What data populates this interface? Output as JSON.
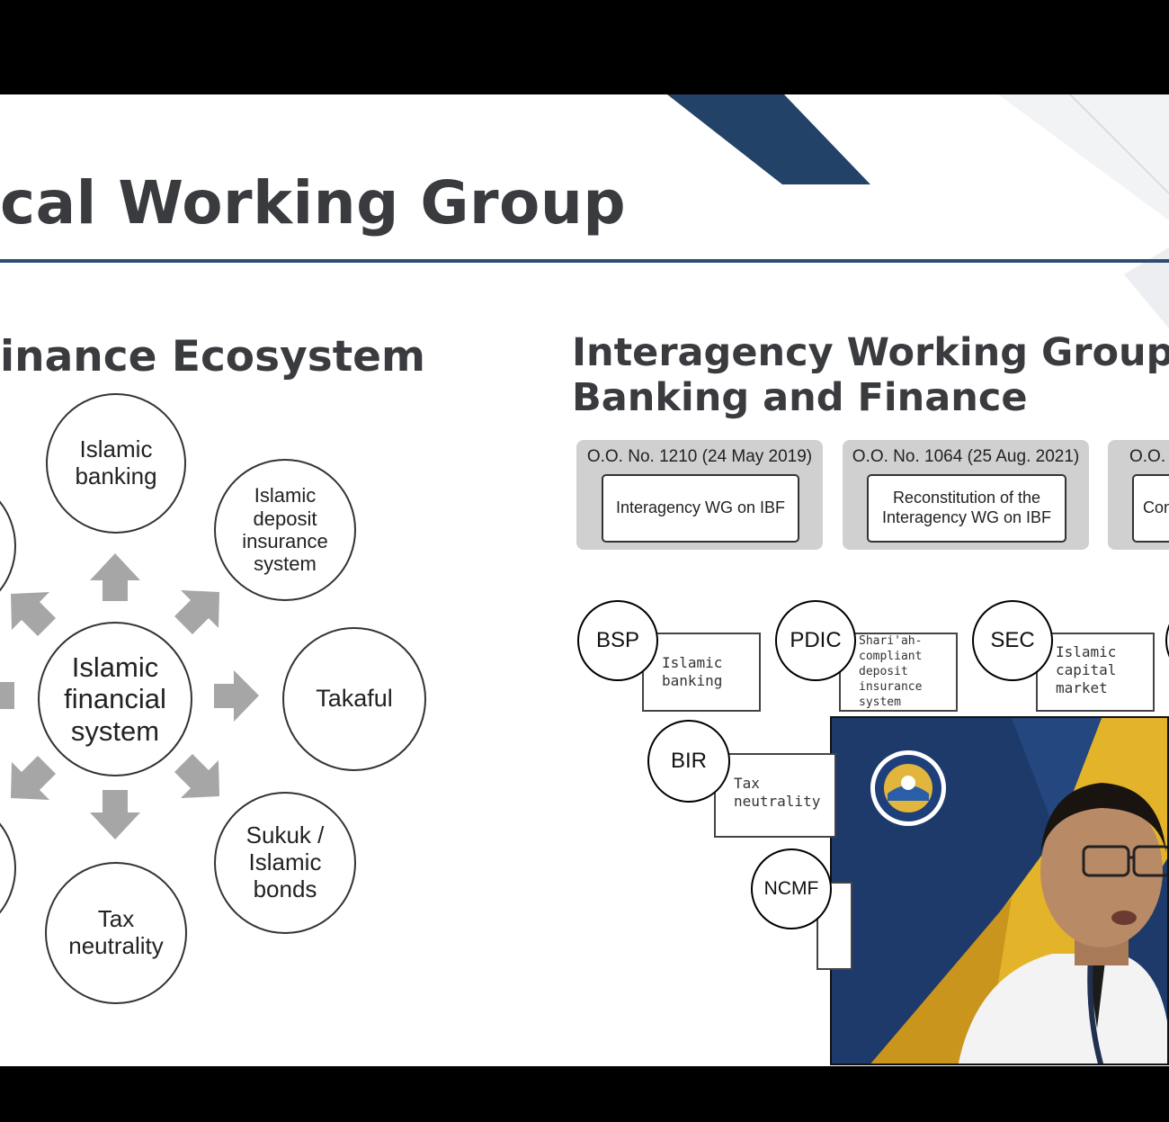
{
  "slide": {
    "title": "cal Working Group",
    "left_heading": "inance Ecosystem",
    "right_heading_line1": "Interagency Working Group for",
    "right_heading_line2": "Banking and Finance"
  },
  "ecosystem": {
    "center": "Islamic financial system",
    "nodes": {
      "islamic_banking": "Islamic banking",
      "deposit_insurance": "Islamic deposit insurance system",
      "takaful": "Takaful",
      "sukuk": "Sukuk / Islamic bonds",
      "tax": "Tax neutrality"
    }
  },
  "office_orders": [
    {
      "label": "O.O. No. 1210 (24 May 2019)",
      "box": "Interagency WG on IBF"
    },
    {
      "label": "O.O. No. 1064 (25 Aug. 2021)",
      "box": "Reconstitution of the Interagency WG on IBF"
    },
    {
      "label": "O.O. N",
      "box": "Con F"
    }
  ],
  "agencies": {
    "bsp": {
      "name": "BSP",
      "role": "Islamic banking"
    },
    "pdic": {
      "name": "PDIC",
      "role": "Shari'ah-compliant deposit insurance system"
    },
    "sec": {
      "name": "SEC",
      "role": "Islamic capital market"
    },
    "bir": {
      "name": "BIR",
      "role": "Tax neutrality"
    },
    "ncmf": {
      "name": "NCMF"
    }
  },
  "colors": {
    "title_text": "#3a3b3f",
    "rule": "#2e4d73",
    "arrow": "#a6a6a6",
    "video_bg": "#1d3a6a",
    "video_accent": "#e3b42a"
  },
  "video_tile": {
    "seal_icon": "commission-seal-icon",
    "participant_icon": "presenter-avatar-icon"
  }
}
